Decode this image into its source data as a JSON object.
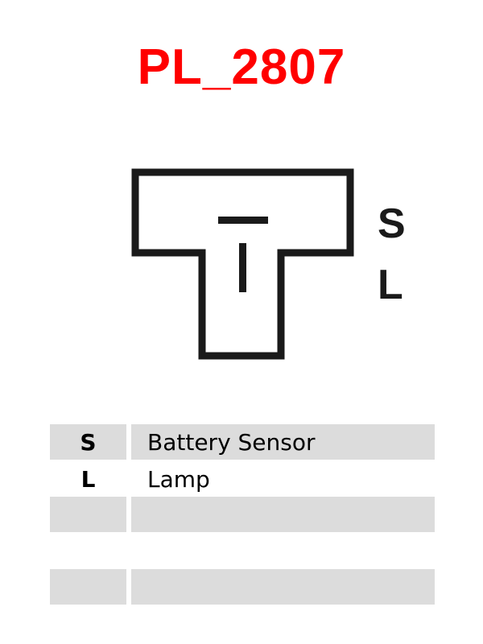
{
  "title": "PL_2807",
  "colors": {
    "title": "#ff0000",
    "table_shade": "#dcdcdc",
    "diagram_stroke": "#1a1a1a"
  },
  "diagram": {
    "shape": "T-shaped connector outline",
    "pin_labels": [
      "S",
      "L"
    ]
  },
  "legend": {
    "rows": [
      {
        "code": "S",
        "description": "Battery Sensor",
        "shaded": true
      },
      {
        "code": "L",
        "description": "Lamp",
        "shaded": false
      },
      {
        "code": "",
        "description": "",
        "shaded": true
      },
      {
        "code": "",
        "description": "",
        "shaded": false
      },
      {
        "code": "",
        "description": "",
        "shaded": true
      }
    ]
  }
}
